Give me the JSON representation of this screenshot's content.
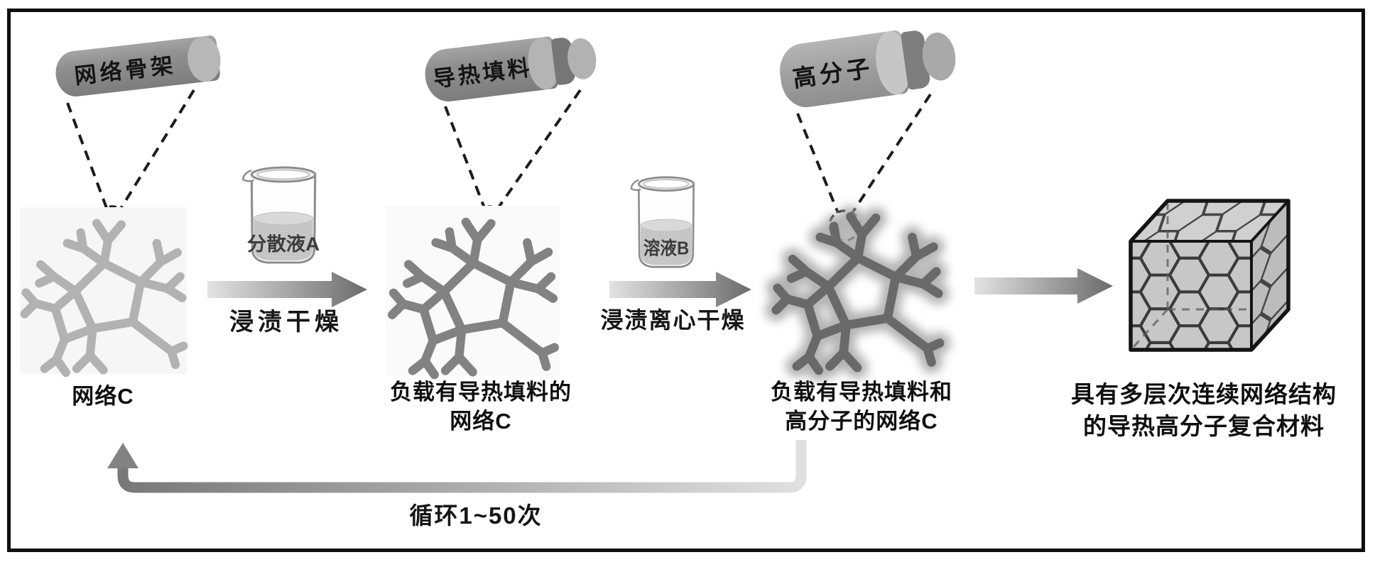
{
  "diagram": {
    "materials": [
      {
        "label": "网络骨架"
      },
      {
        "label": "导热填料"
      },
      {
        "label": "高分子"
      }
    ],
    "beakers": [
      {
        "label": "分散液A"
      },
      {
        "label": "溶液B"
      }
    ],
    "process_arrows": [
      {
        "label": "浸渍干燥"
      },
      {
        "label": "浸渍离心干燥"
      }
    ],
    "structures": [
      {
        "caption_line1": "网络C",
        "caption_line2": ""
      },
      {
        "caption_line1": "负载有导热填料的",
        "caption_line2": "网络C"
      },
      {
        "caption_line1": "负载有导热填料和",
        "caption_line2": "高分子的网络C"
      },
      {
        "caption_line1": "具有多层次连续网络结构",
        "caption_line2": "的导热高分子复合材料"
      }
    ],
    "loop": {
      "label": "循环1~50次"
    },
    "colors": {
      "background": "#ffffff",
      "frame_border": "#0f0f0f",
      "cylinder_gray": "#8d8d8d",
      "network_light": "#b2b2b2",
      "network_medium": "#828282",
      "network_dark": "#696969",
      "arrow_gradient_start": "#e0e0e0",
      "arrow_gradient_end": "#6b6b6b",
      "text": "#111111"
    }
  }
}
